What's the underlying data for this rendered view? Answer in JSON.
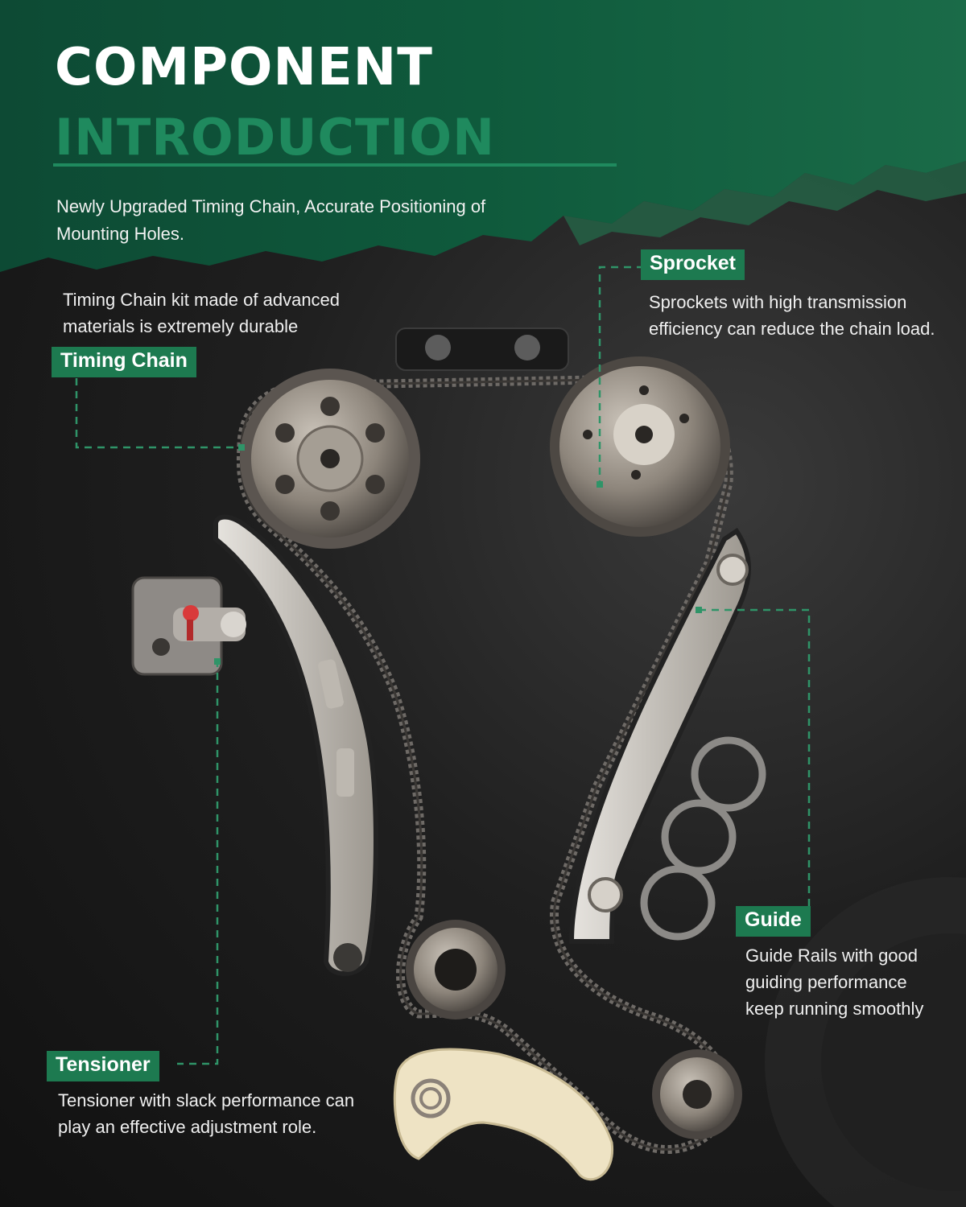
{
  "title": {
    "line1": "COMPONENT",
    "line2": "INTRODUCTION"
  },
  "intro": "Newly Upgraded Timing Chain, Accurate Positioning of Mounting Holes.",
  "components": {
    "timing_chain": {
      "label": "Timing Chain",
      "description": "Timing Chain kit made of advanced materials is extremely durable"
    },
    "sprocket": {
      "label": "Sprocket",
      "description": "Sprockets with high transmission efficiency can reduce the chain load."
    },
    "guide": {
      "label": "Guide",
      "description": "Guide Rails with good guiding performance keep running smoothly"
    },
    "tensioner": {
      "label": "Tensioner",
      "description": "Tensioner with slack performance can play an effective adjustment role."
    }
  },
  "colors": {
    "brand_green": "#1d7a50",
    "title_green": "#1f8a5e",
    "background": "#1f1f1f"
  }
}
